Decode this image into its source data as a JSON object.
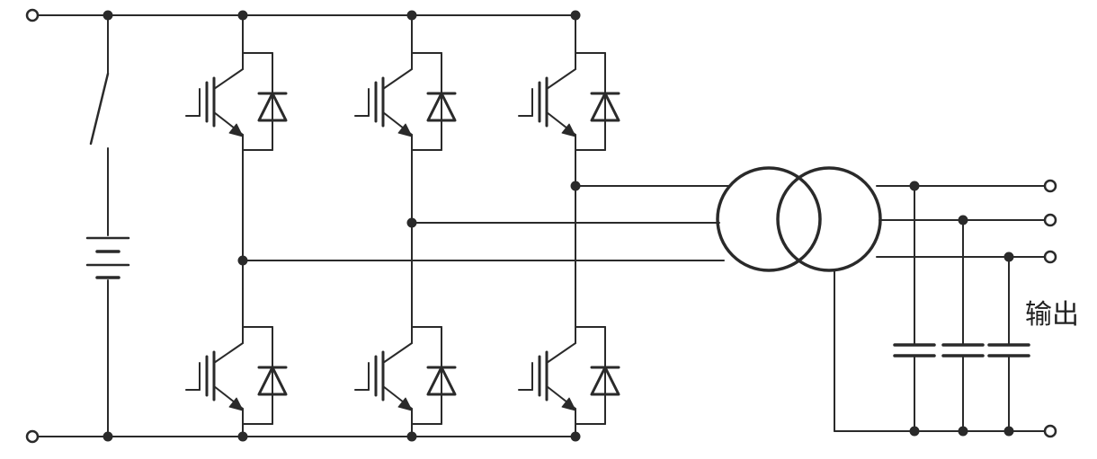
{
  "diagram": {
    "output_label": "输出",
    "colors": {
      "line": "#2a2a2a",
      "background": "#ffffff"
    },
    "components": [
      "dc-switch",
      "battery",
      "igbt-bridge",
      "transformer",
      "capacitor-bank",
      "output-terminals"
    ]
  }
}
